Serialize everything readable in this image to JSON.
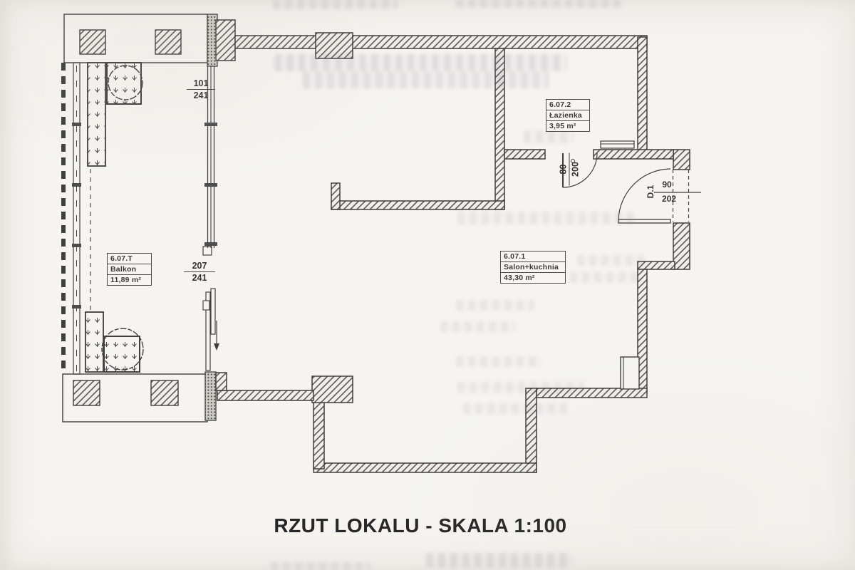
{
  "doc": {
    "caption": "RZUT LOKALU - SKALA 1:100"
  },
  "rooms": {
    "salon": {
      "id": "6.07.1",
      "name": "Salon+kuchnia",
      "area": "43,30 m²"
    },
    "bathroom": {
      "id": "6.07.2",
      "name": "Łazienka",
      "area": "3,95 m²"
    },
    "balcony": {
      "id": "6.07.T",
      "name": "Balkon",
      "area": "11,89 m²"
    }
  },
  "dims": {
    "window_small": {
      "num": "101",
      "den": "241"
    },
    "window_large": {
      "num": "207",
      "den": "241"
    },
    "bath_door": {
      "num": "80",
      "den": "200"
    },
    "entry_door": {
      "label": "D.1",
      "num": "90",
      "den": "202"
    }
  }
}
